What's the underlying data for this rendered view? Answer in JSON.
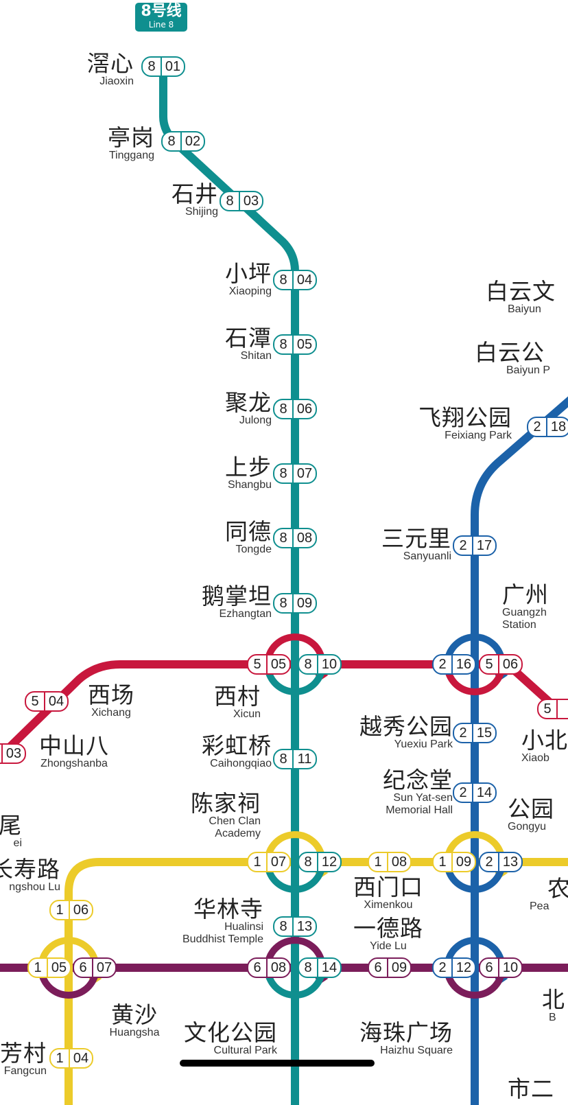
{
  "colors": {
    "line1": "#eccb2a",
    "line2": "#1c62a9",
    "line5": "#c8173d",
    "line6": "#7b1d5a",
    "line8": "#0f8f8f"
  },
  "line_badge": {
    "cn": "8号线",
    "en": "Line 8"
  },
  "station_codes": [
    {
      "line": "8",
      "num": "01",
      "c": "line8"
    },
    {
      "line": "8",
      "num": "02",
      "c": "line8"
    },
    {
      "line": "8",
      "num": "03",
      "c": "line8"
    },
    {
      "line": "8",
      "num": "04",
      "c": "line8"
    },
    {
      "line": "8",
      "num": "05",
      "c": "line8"
    },
    {
      "line": "8",
      "num": "06",
      "c": "line8"
    },
    {
      "line": "8",
      "num": "07",
      "c": "line8"
    },
    {
      "line": "8",
      "num": "08",
      "c": "line8"
    },
    {
      "line": "8",
      "num": "09",
      "c": "line8"
    },
    {
      "line": "5",
      "num": "05",
      "c": "line5"
    },
    {
      "line": "8",
      "num": "10",
      "c": "line8"
    },
    {
      "line": "2",
      "num": "16",
      "c": "line2"
    },
    {
      "line": "5",
      "num": "06",
      "c": "line5"
    },
    {
      "line": "5",
      "num": "04",
      "c": "line5"
    },
    {
      "line": "5",
      "num": "03",
      "c": "line5"
    },
    {
      "line": "8",
      "num": "11",
      "c": "line8"
    },
    {
      "line": "1",
      "num": "07",
      "c": "line1"
    },
    {
      "line": "8",
      "num": "12",
      "c": "line8"
    },
    {
      "line": "1",
      "num": "08",
      "c": "line1"
    },
    {
      "line": "1",
      "num": "09",
      "c": "line1"
    },
    {
      "line": "2",
      "num": "13",
      "c": "line2"
    },
    {
      "line": "1",
      "num": "06",
      "c": "line1"
    },
    {
      "line": "8",
      "num": "13",
      "c": "line8"
    },
    {
      "line": "1",
      "num": "05",
      "c": "line1"
    },
    {
      "line": "6",
      "num": "07",
      "c": "line6"
    },
    {
      "line": "6",
      "num": "08",
      "c": "line6"
    },
    {
      "line": "8",
      "num": "14",
      "c": "line8"
    },
    {
      "line": "6",
      "num": "09",
      "c": "line6"
    },
    {
      "line": "2",
      "num": "12",
      "c": "line2"
    },
    {
      "line": "6",
      "num": "10",
      "c": "line6"
    },
    {
      "line": "1",
      "num": "04",
      "c": "line1"
    },
    {
      "line": "2",
      "num": "17",
      "c": "line2"
    },
    {
      "line": "2",
      "num": "15",
      "c": "line2"
    },
    {
      "line": "2",
      "num": "14",
      "c": "line2"
    },
    {
      "line": "2",
      "num": "18",
      "c": "line2"
    },
    {
      "line": "5",
      "num": "",
      "c": "line5"
    }
  ],
  "stations": {
    "jiaoxin": {
      "cn": "滘心",
      "en": "Jiaoxin"
    },
    "tinggang": {
      "cn": "亭岗",
      "en": "Tinggang"
    },
    "shijing": {
      "cn": "石井",
      "en": "Shijing"
    },
    "xiaoping": {
      "cn": "小坪",
      "en": "Xiaoping"
    },
    "shitan": {
      "cn": "石潭",
      "en": "Shitan"
    },
    "julong": {
      "cn": "聚龙",
      "en": "Julong"
    },
    "shangbu": {
      "cn": "上步",
      "en": "Shangbu"
    },
    "tongde": {
      "cn": "同德",
      "en": "Tongde"
    },
    "ezhangtan": {
      "cn": "鹅掌坦",
      "en": "Ezhangtan"
    },
    "xicun": {
      "cn": "西村",
      "en": "Xicun"
    },
    "xichang": {
      "cn": "西场",
      "en": "Xichang"
    },
    "zhongshanba": {
      "cn": "中山八",
      "en": "Zhongshanba"
    },
    "caihongqiao": {
      "cn": "彩虹桥",
      "en": "Caihongqiao"
    },
    "chenclan": {
      "cn": "陈家祠",
      "en1": "Chen Clan",
      "en2": "Academy"
    },
    "hualinsi": {
      "cn": "华林寺",
      "en1": "Hualinsi",
      "en2": "Buddhist Temple"
    },
    "huangsha": {
      "cn": "黄沙",
      "en": "Huangsha"
    },
    "culturalpark": {
      "cn": "文化公园",
      "en": "Cultural  Park"
    },
    "fangcun": {
      "cn": "芳村",
      "en": "Fangcun"
    },
    "ximenkou": {
      "cn": "西门口",
      "en": "Ximenkou"
    },
    "yidelu": {
      "cn": "一德路",
      "en": "Yide Lu"
    },
    "haizhu": {
      "cn": "海珠广场",
      "en": "Haizhu Square"
    },
    "yuexiu": {
      "cn": "越秀公园",
      "en": "Yuexiu Park"
    },
    "memorial": {
      "cn": "纪念堂",
      "en1": "Sun Yat-sen",
      "en2": "Memorial Hall"
    },
    "sanyuanli": {
      "cn": "三元里",
      "en": "Sanyuanli"
    },
    "feixiang": {
      "cn": "飞翔公园",
      "en": "Feixiang Park"
    },
    "baiyunwen": {
      "cn": "白云文",
      "en": "Baiyun"
    },
    "baiyunpark": {
      "cn": "白云公",
      "en": "Baiyun P"
    },
    "gzstation": {
      "cn": "广州",
      "en1": "Guangzh",
      "en2": "Station"
    },
    "xiaobei": {
      "cn": "小北",
      "en": "Xiaob"
    },
    "gongyuan": {
      "cn": "公园",
      "en": "Gongyu"
    },
    "peasant": {
      "cn": "农",
      "en": "Pea"
    },
    "beijing": {
      "cn": "北",
      "en": "B"
    },
    "shiergong": {
      "cn": "市二",
      "en": ""
    },
    "tanwei": {
      "cn": "尾",
      "en": "ei"
    },
    "changshou": {
      "cn": "长寿路",
      "en": "ngshou Lu"
    }
  }
}
